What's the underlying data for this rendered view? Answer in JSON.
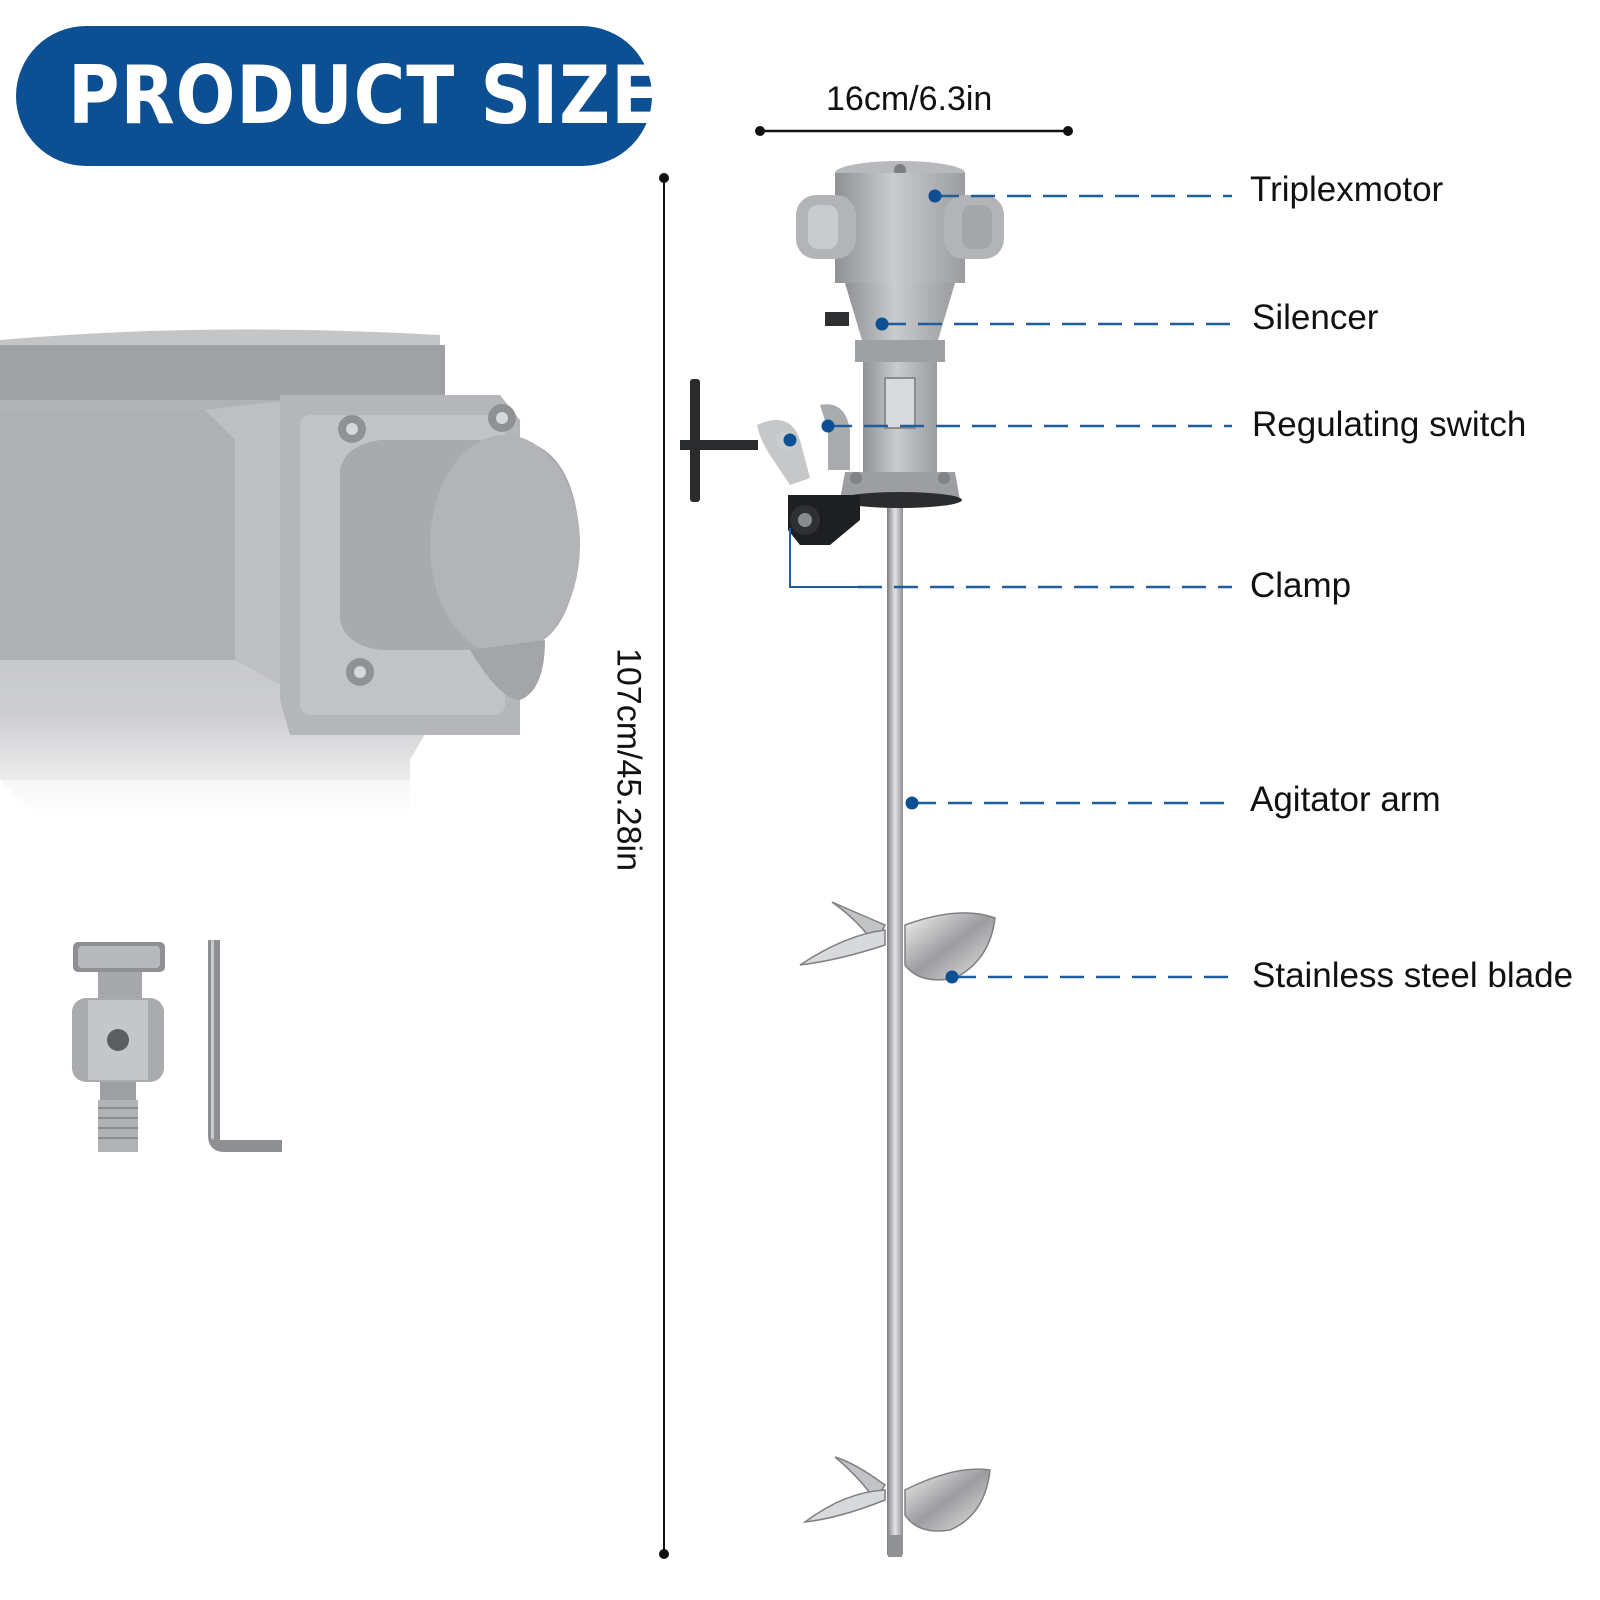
{
  "banner": {
    "title": "PRODUCT SIZE",
    "color": "#0d4f93"
  },
  "dimensions": {
    "width": "16cm/6.3in",
    "height": "107cm/45.28in"
  },
  "callouts": [
    "Triplexmotor",
    "Silencer",
    "Regulating switch",
    "Clamp",
    "Agitator arm",
    "Stainless steel blade"
  ],
  "colors": {
    "leader_dot": "#0d4f93",
    "leader_line": "#1f5d9c",
    "metal": "#b9bbbe",
    "shaft": "#c8c8c8"
  },
  "icons": [
    "motor-closeup-image",
    "air-valve-fitting-image",
    "hex-key-image",
    "air-agitator-image"
  ]
}
